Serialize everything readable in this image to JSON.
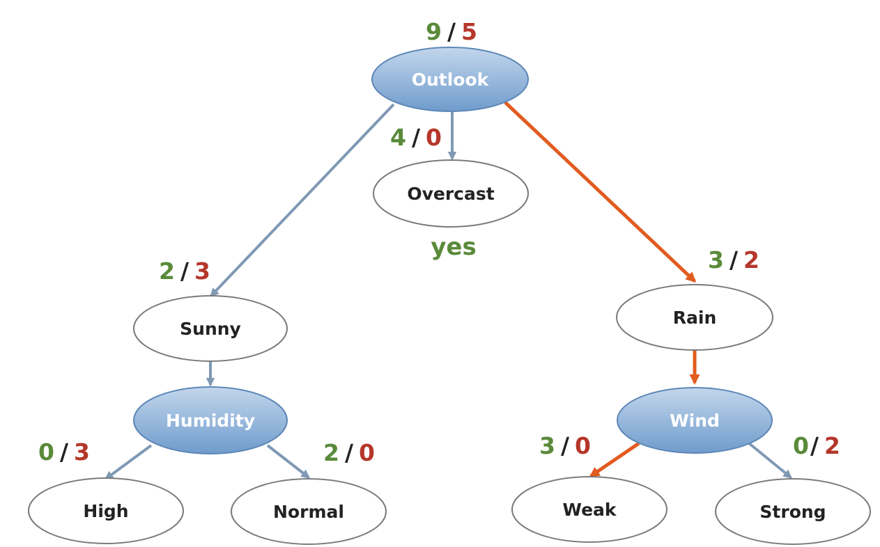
{
  "colors": {
    "positive": "#5a8a3a",
    "negative": "#b5362a",
    "slash": "#222222",
    "edge_default": "#7f99b4",
    "edge_highlight": "#e25b1f",
    "attribute_fill_top": "#c3d6ec",
    "attribute_fill_bottom": "#6f9ccc",
    "attribute_stroke": "#5d87b6",
    "value_stroke": "#7a7a7a"
  },
  "nodes": {
    "outlook": {
      "label": "Outlook"
    },
    "overcast": {
      "label": "Overcast"
    },
    "sunny": {
      "label": "Sunny"
    },
    "rain": {
      "label": "Rain"
    },
    "humidity": {
      "label": "Humidity"
    },
    "wind": {
      "label": "Wind"
    },
    "high": {
      "label": "High"
    },
    "normal": {
      "label": "Normal"
    },
    "weak": {
      "label": "Weak"
    },
    "strong": {
      "label": "Strong"
    }
  },
  "counts": {
    "outlook": {
      "pos": "9",
      "slash": "/",
      "neg": "5"
    },
    "overcast": {
      "pos": "4",
      "slash": "/",
      "neg": "0"
    },
    "sunny": {
      "pos": "2",
      "slash": "/",
      "neg": "3"
    },
    "rain": {
      "pos": "3",
      "slash": "/",
      "neg": "2"
    },
    "high": {
      "pos": "0",
      "slash": "/",
      "neg": "3"
    },
    "normal": {
      "pos": "2",
      "slash": "/",
      "neg": "0"
    },
    "weak": {
      "pos": "3",
      "slash": "/",
      "neg": "0"
    },
    "strong": {
      "pos": "0",
      "slash": "/",
      "neg": "2"
    }
  },
  "outcomes": {
    "overcast": "yes"
  },
  "highlighted_path": [
    "outlook",
    "rain",
    "wind",
    "weak"
  ]
}
